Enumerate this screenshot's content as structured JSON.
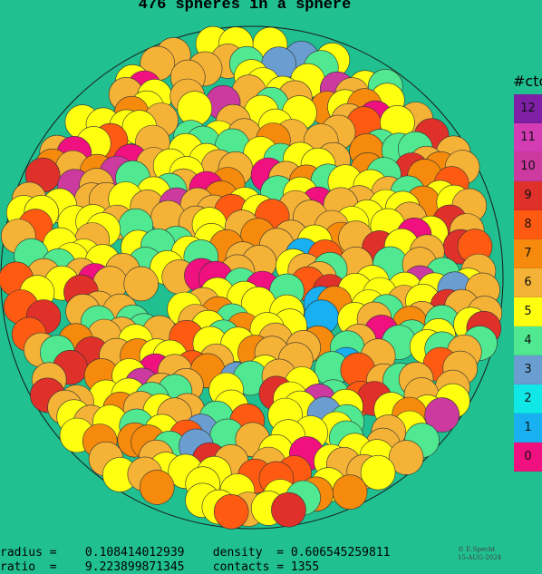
{
  "title": "476 spheres in a sphere",
  "legend": {
    "title": "#ctc",
    "items": [
      {
        "label": "12",
        "color": "#7e1fa6"
      },
      {
        "label": "11",
        "color": "#d43cb6"
      },
      {
        "label": "10",
        "color": "#cc3aa0"
      },
      {
        "label": "9",
        "color": "#e0302a"
      },
      {
        "label": "8",
        "color": "#ff5a12"
      },
      {
        "label": "7",
        "color": "#f58a0c"
      },
      {
        "label": "6",
        "color": "#f4b236"
      },
      {
        "label": "5",
        "color": "#ffff10"
      },
      {
        "label": "4",
        "color": "#50e890"
      },
      {
        "label": "3",
        "color": "#6a9ed0"
      },
      {
        "label": "2",
        "color": "#10e8e8"
      },
      {
        "label": "1",
        "color": "#18b0f0"
      },
      {
        "label": "0",
        "color": "#f01080"
      }
    ]
  },
  "stats": {
    "radius_line": "radius =    0.108414012939    density  = 0.606545259811",
    "ratio_line": "ratio  =    9.223899871345    contacts = 1355"
  },
  "credit": {
    "line1": "© E.Specht",
    "line2": "15-AUG-2024"
  },
  "palette": {
    "background": "#20c090",
    "container_stroke": "#1a1a1a",
    "sphere_colors": [
      "#ffff10",
      "#f4b236",
      "#f58a0c",
      "#50e890",
      "#ff5a12",
      "#e0302a",
      "#f01080",
      "#6a9ed0",
      "#18b0f0",
      "#cc3aa0"
    ]
  }
}
